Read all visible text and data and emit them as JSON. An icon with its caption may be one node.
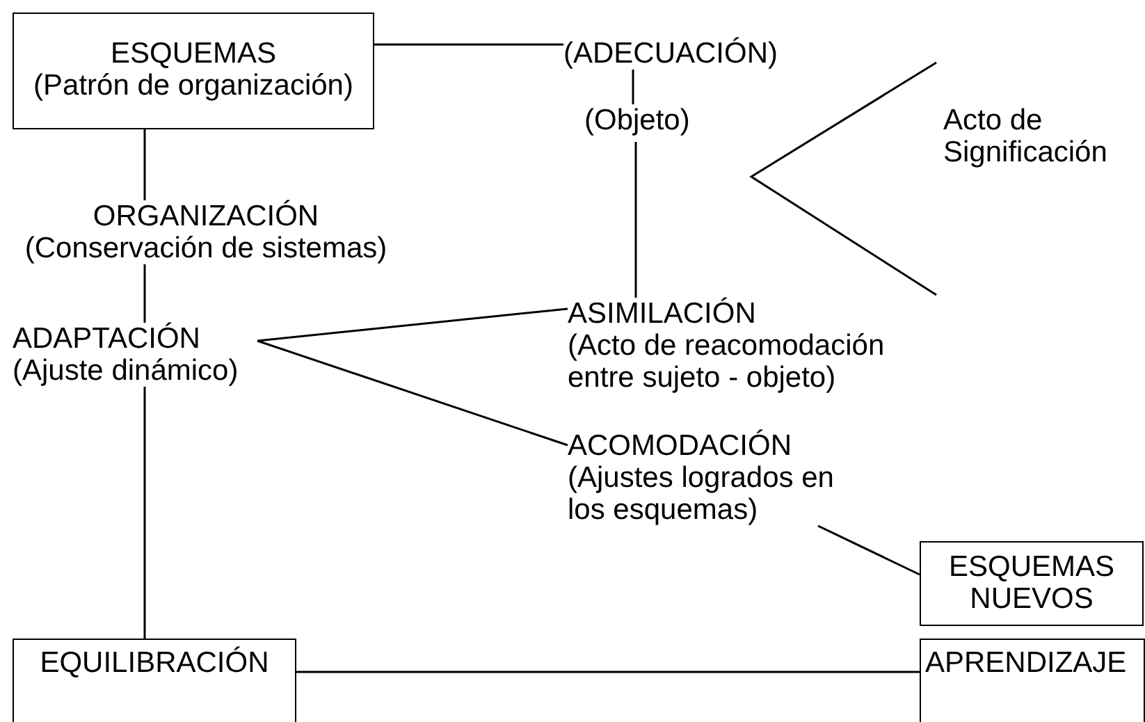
{
  "diagram": {
    "nodes": [
      {
        "text": [
          "ESQUEMAS",
          "(Patrón de organización)"
        ]
      },
      {
        "text": [
          "(ADECUACIÓN)"
        ]
      },
      {
        "text": [
          "(Objeto)"
        ]
      },
      {
        "text": [
          "Acto de Significación"
        ]
      },
      {
        "text": [
          "ORGANIZACIÓN",
          "(Conservación de sistemas)"
        ]
      },
      {
        "text": [
          "ADAPTACIÓN",
          "(Ajuste dinámico)"
        ]
      },
      {
        "text": [
          "ASIMILACIÓN",
          "(Acto de reacomodación entre sujeto - objeto)"
        ]
      },
      {
        "text": [
          "ACOMODACIÓN",
          "(Ajustes logrados en los esquemas)"
        ]
      },
      {
        "text": [
          "ESQUEMAS NUEVOS"
        ]
      },
      {
        "text": [
          "EQUILIBRACIÓN"
        ]
      },
      {
        "text": [
          "APRENDIZAJE"
        ]
      }
    ],
    "edges": [
      {
        "from": 0,
        "to": 1,
        "arrow": "none"
      },
      {
        "from": 1,
        "to": 2,
        "arrow": "none"
      },
      {
        "from": 2,
        "to": 6,
        "arrow": "none"
      },
      {
        "from": 0,
        "to": 4,
        "arrow": "none"
      },
      {
        "from": 4,
        "to": 5,
        "arrow": "none"
      },
      {
        "from": 5,
        "to": 6,
        "arrow": "none"
      },
      {
        "from": 5,
        "to": 7,
        "arrow": "none"
      },
      {
        "from": 7,
        "to": 8,
        "arrow": "none"
      },
      {
        "from": 5,
        "to": 9,
        "arrow": "none"
      },
      {
        "from": 9,
        "to": 10,
        "arrow": "none"
      }
    ]
  }
}
